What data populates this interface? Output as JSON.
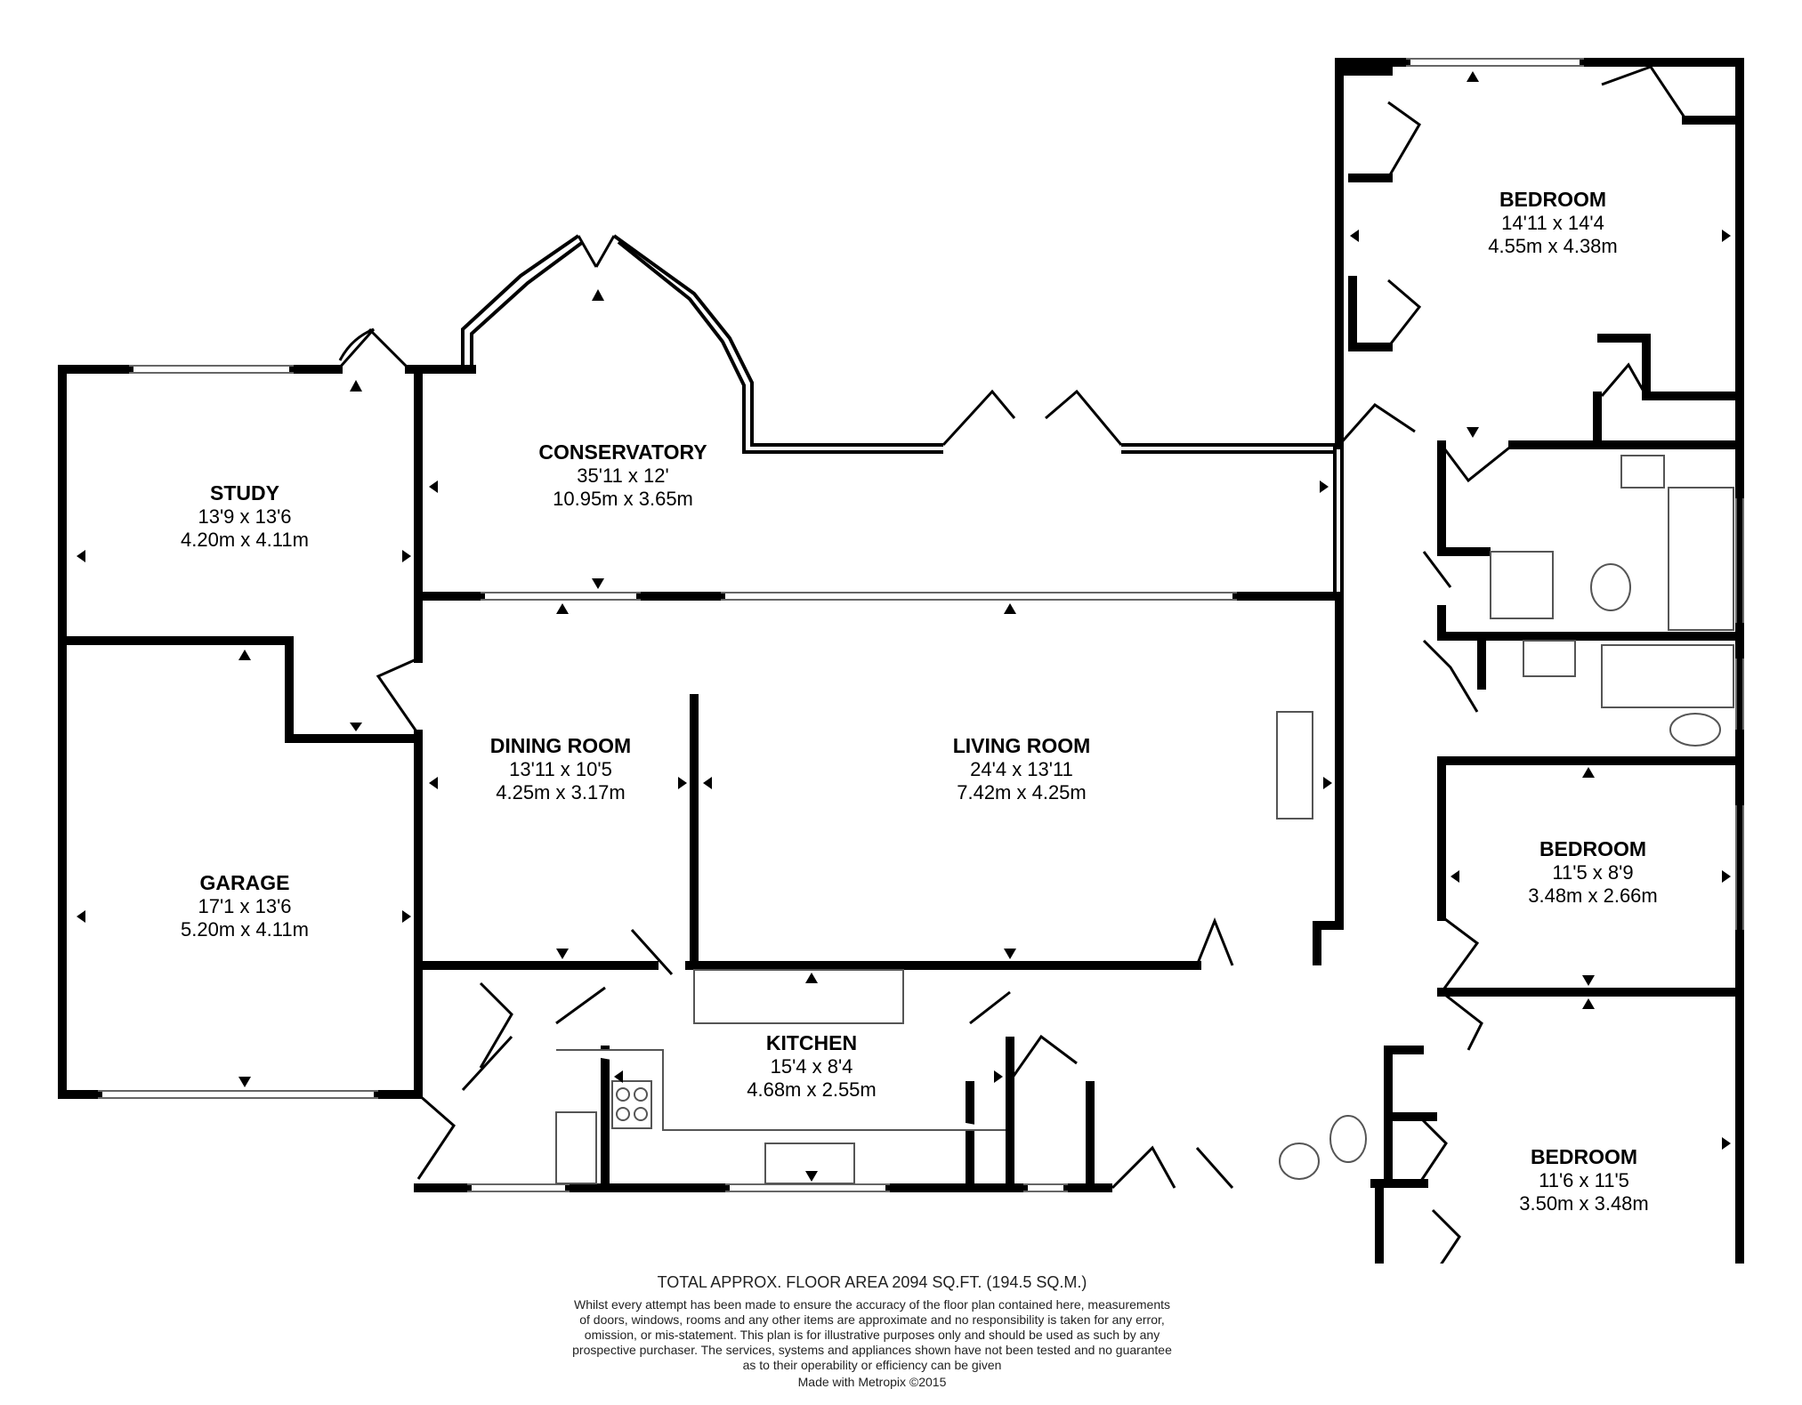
{
  "rooms": {
    "bedroom1": {
      "name": "BEDROOM",
      "imperial": "14'11 x 14'4",
      "metric": "4.55m x 4.38m"
    },
    "conservatory": {
      "name": "CONSERVATORY",
      "imperial": "35'11 x 12'",
      "metric": "10.95m x 3.65m"
    },
    "study": {
      "name": "STUDY",
      "imperial": "13'9 x 13'6",
      "metric": "4.20m x 4.11m"
    },
    "dining": {
      "name": "DINING ROOM",
      "imperial": "13'11 x 10'5",
      "metric": "4.25m x 3.17m"
    },
    "living": {
      "name": "LIVING ROOM",
      "imperial": "24'4 x 13'11",
      "metric": "7.42m x 4.25m"
    },
    "garage": {
      "name": "GARAGE",
      "imperial": "17'1 x 13'6",
      "metric": "5.20m x 4.11m"
    },
    "bedroom2": {
      "name": "BEDROOM",
      "imperial": "11'5 x 8'9",
      "metric": "3.48m x 2.66m"
    },
    "kitchen": {
      "name": "KITCHEN",
      "imperial": "15'4 x 8'4",
      "metric": "4.68m x 2.55m"
    },
    "bedroom3": {
      "name": "BEDROOM",
      "imperial": "11'6 x 11'5",
      "metric": "3.50m x 3.48m"
    }
  },
  "footer": {
    "total_area": "TOTAL APPROX. FLOOR AREA 2094 SQ.FT. (194.5 SQ.M.)",
    "disclaimer_lines": [
      "Whilst every attempt has been made to ensure the accuracy of the floor plan contained here, measurements",
      "of doors, windows, rooms and any other items are approximate and no responsibility is taken for any error,",
      "omission, or mis-statement. This plan is for illustrative purposes only and should be used as such by any",
      "prospective purchaser. The services, systems and appliances shown have not been tested and no guarantee",
      "as to their operability or efficiency can be given"
    ],
    "made_with": "Made with Metropix ©2015"
  }
}
